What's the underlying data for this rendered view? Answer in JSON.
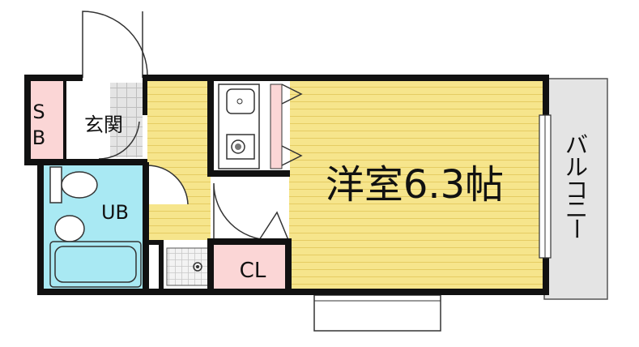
{
  "labels": {
    "sb_top": "S",
    "sb_bottom": "B",
    "entrance": "玄関",
    "unit_bath": "UB",
    "closet": "CL",
    "western_room": "洋室6.3帖",
    "balcony": [
      "バ",
      "ル",
      "コ",
      "ニ",
      "ー"
    ]
  },
  "colors": {
    "floor_yellow": "#f6e58c",
    "floor_line": "#e8d06a",
    "unit_bath_blue": "#a9e9f3",
    "storage_pink": "#fbd6d6",
    "balcony_gray": "#e4e4e4",
    "entrance_tile": "#e6e6e6",
    "wall": "#111111"
  }
}
